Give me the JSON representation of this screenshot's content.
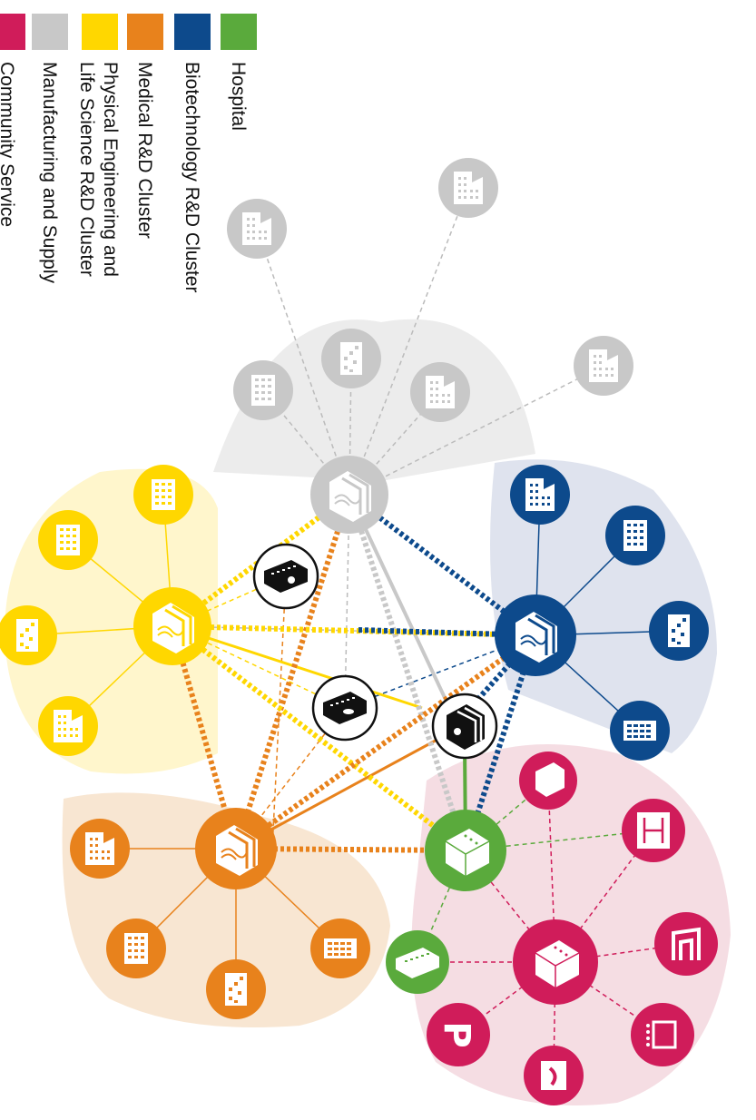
{
  "legend": [
    {
      "key": "hospital",
      "label": "Hospital",
      "color": "#5aaa3c"
    },
    {
      "key": "biotech",
      "label": "Biotechnology R&D Cluster",
      "color": "#0d4a8c"
    },
    {
      "key": "medical",
      "label": "Medical R&D Cluster",
      "color": "#e8821c"
    },
    {
      "key": "physical",
      "label": "Physical Engineering and\nLife Science R&D Cluster",
      "color": "#ffd700"
    },
    {
      "key": "manufacturing",
      "label": "Manufacturing and Supply",
      "color": "#c8c8c8"
    },
    {
      "key": "community",
      "label": "Community Service",
      "color": "#d01c5a"
    }
  ],
  "colors": {
    "hospital": "#5aaa3c",
    "biotech": "#0d4a8c",
    "medical": "#e8821c",
    "physical": "#ffd700",
    "manufacturing": "#c8c8c8",
    "community": "#d01c5a",
    "biotech_zone": "#dfe3ee",
    "medical_zone": "#f8e6d2",
    "physical_zone": "#fff6cc",
    "manufacturing_zone": "#ececec",
    "community_zone": "#f5dde3"
  },
  "icons": {
    "hub": "cluster-hub-building-icon",
    "factory": "factory-icon",
    "office": "office-building-icon",
    "tower": "tower-building-icon",
    "shared": "shared-facility-icon",
    "parking": "parking-icon",
    "ramp": "ramp-icon",
    "gym": "gym-icon",
    "theater": "theater-icon",
    "shoe": "retail-icon"
  },
  "icon_text": {
    "parking": "P"
  }
}
